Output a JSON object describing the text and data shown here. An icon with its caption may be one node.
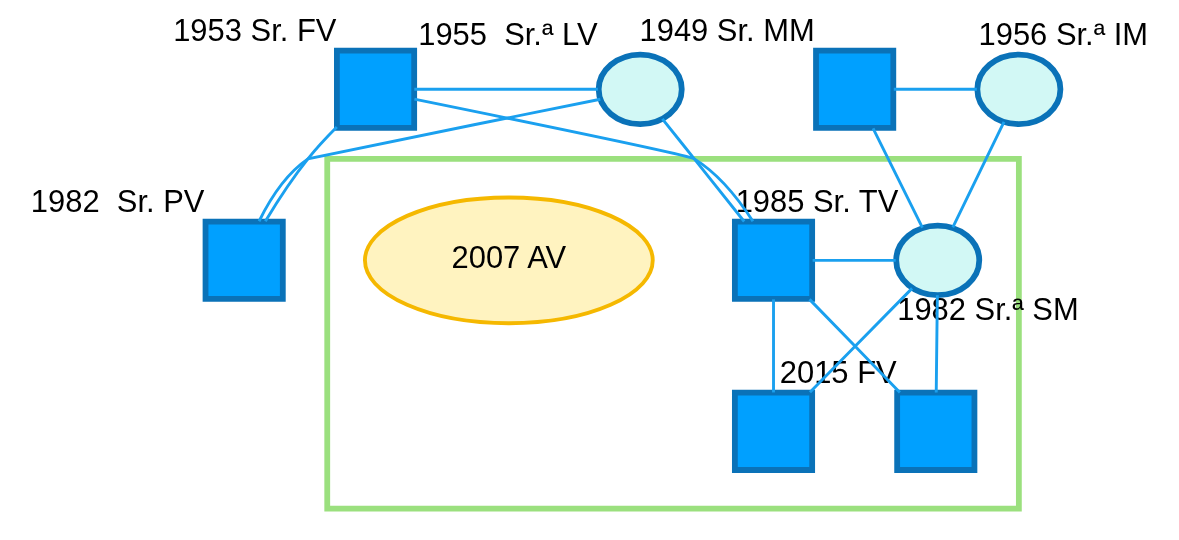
{
  "diagram": {
    "nodes": [
      {
        "text": [],
        "shape": "box",
        "beside": [
          "1953 Sr. FV"
        ]
      },
      {
        "text": [],
        "shape": "circle",
        "beside": [
          "1955  Sr.ª LV"
        ]
      },
      {
        "text": [],
        "shape": "box",
        "beside": [
          "1949 Sr. MM"
        ]
      },
      {
        "text": [],
        "shape": "circle",
        "beside": [
          "1956 Sr.ª IM"
        ]
      },
      {
        "text": [],
        "shape": "box",
        "beside": [
          "1982  Sr. PV"
        ]
      },
      {
        "text": [],
        "shape": "box"
      },
      {
        "text": [],
        "shape": "box",
        "beside": [
          "1985 Sr. TV"
        ],
        "in": 5
      },
      {
        "text": [],
        "shape": "circle",
        "beside": [
          "1982 Sr.ª SM"
        ],
        "in": 5
      },
      {
        "text": [],
        "shape": "box",
        "in": 5
      },
      {
        "text": [],
        "shape": "box",
        "beside": [
          "2015 FV"
        ],
        "in": 5
      },
      {
        "text": [
          "2007 AV"
        ],
        "in": 5
      }
    ],
    "edges": [
      {
        "from": 0,
        "to": 1,
        "arrow": "none"
      },
      {
        "from": 0,
        "to": 4,
        "arrow": "none"
      },
      {
        "from": 0,
        "to": 6,
        "arrow": "none"
      },
      {
        "from": 1,
        "to": 4,
        "arrow": "none"
      },
      {
        "from": 1,
        "to": 6,
        "arrow": "none"
      },
      {
        "from": 2,
        "to": 3,
        "arrow": "none"
      },
      {
        "from": 2,
        "to": 7,
        "arrow": "none"
      },
      {
        "from": 3,
        "to": 7,
        "arrow": "none"
      },
      {
        "from": 6,
        "to": 7,
        "arrow": "none"
      },
      {
        "from": 6,
        "to": 8,
        "arrow": "none"
      },
      {
        "from": 6,
        "to": 9,
        "arrow": "none"
      },
      {
        "from": 7,
        "to": 8,
        "arrow": "none"
      },
      {
        "from": 7,
        "to": 9,
        "arrow": "none"
      }
    ]
  }
}
